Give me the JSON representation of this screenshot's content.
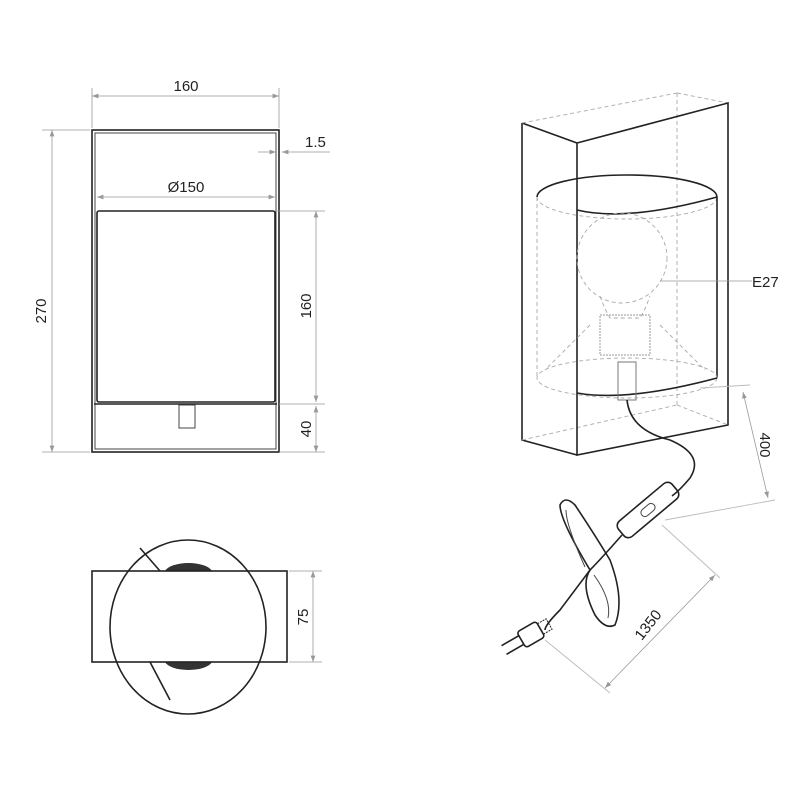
{
  "drawing": {
    "front_view": {
      "width_label": "160",
      "height_label": "270",
      "wall_thickness_label": "1.5",
      "shade_diameter_label": "Ø150",
      "shade_height_label": "160",
      "base_height_label": "40"
    },
    "top_view": {
      "depth_label": "75"
    },
    "iso_view": {
      "socket_label": "E27",
      "cord_to_switch_label": "400",
      "cord_length_label": "1350"
    }
  }
}
